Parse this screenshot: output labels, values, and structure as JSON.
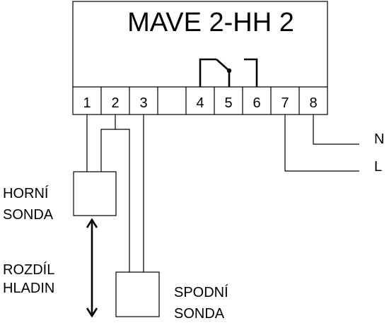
{
  "device": {
    "title": "MAVE 2-HH 2",
    "terminals": [
      "1",
      "2",
      "3",
      "",
      "4",
      "5",
      "6",
      "7",
      "8"
    ]
  },
  "supply": {
    "n_label": "N",
    "l_label": "L"
  },
  "probes": {
    "upper_line1": "HORNÍ",
    "upper_line2": "SONDA",
    "lower_line1": "SPODNÍ",
    "lower_line2": "SONDA"
  },
  "level_difference": {
    "line1": "ROZDÍL",
    "line2": "HLADIN"
  }
}
